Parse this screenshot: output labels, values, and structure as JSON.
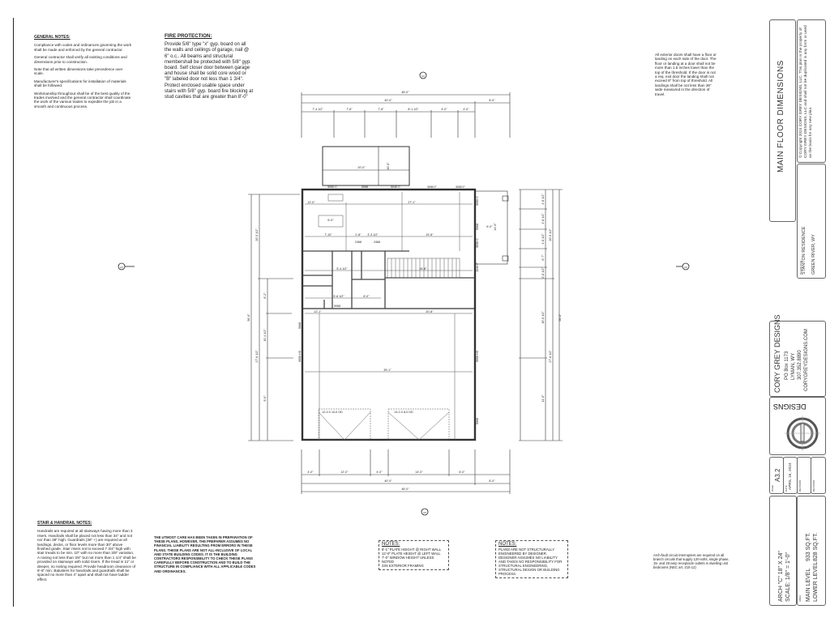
{
  "sheet": {
    "title": "MAIN FLOOR DIMENSIONS",
    "sheet_number": "A3.2",
    "sheet_label": "PAGE",
    "date_label": "DATE",
    "date": "APRIL 16, 2024",
    "revision_label_1": "REVISION",
    "revision_label_2": "REVISION",
    "plans_for_label": "PLANS FOR:",
    "client": "STANTON RESIDENCE",
    "location": "GREEN RIVER, WY",
    "copyright": "© Copyright 2024 CORY GREY DESIGNS, LLC. This plan is the property of CORY GREY DESIGNS, LLC and shall not be duplicated in any form or used as the basis for any new plan.",
    "paper": "ARCH \"C\" 18\" X 24\"",
    "scale": "SCALE: 1/8\" = 1'-0\"",
    "area_label": "AREA",
    "main_level": "MAIN LEVEL",
    "main_level_area": "933 SQ.FT.",
    "lower_level": "LOWER LEVEL",
    "lower_level_area": "828 SQ.FT."
  },
  "designer": {
    "name": "CORY GREY DESIGNS",
    "address": "PO Box 1173",
    "city": "LYMAN, WY",
    "phone": "307.352.8890",
    "web": "CORYGREYDESIGNS.COM",
    "logo_text": "DESIGNS"
  },
  "notes": {
    "general": {
      "title": "GENERAL NOTES:",
      "items": [
        "Compliance with codes and ordinances governing the work shall be made and enforced by the general contractor.",
        "General contractor shall verify all existing conditions and dimensions prior to construction.",
        "Note that all written dimensions take precedence over scale.",
        "Manufacturer's specifications for installation of materials shall be followed.",
        "Workmanship throughout shall be of the best quality of the trades involved and the general contractor shall coordinate the work of the various trades to expedite the job in a smooth and continuous process."
      ]
    },
    "fire": {
      "title": "FIRE PROTECTION:",
      "text": "Provide 5/8\" type \"x\" gyp. board on all the walls and ceilings of garage, nail @ 6\" o.c.. All beams and structural membershall be protected with 5/8\" gyp. board. Self closer door between garage and house shall be solid core wood or \"B\" labeled door not less than 1 3/4\". Protect enclosed usable space under stairs with 5/8\" gyp. board fire blocking at stud cavities that are greater than 8'-0\""
    },
    "exterior_doors": "All exterior doors shall have a floor or landing on each side of the door. The floor or landing at a door shall not be more than 1.5 inches lower than the top of the threshold. If the door is not a req. exit door the landing shall not exceed 8\" from top of threshold. All landings shall be not less than 36\" wide measured in the direction of travel.",
    "stair": {
      "title": "STAIR & HANDRAIL NOTES:",
      "text": "Handrails are required at all stairways having more than 3 risers. Handrails shall be placed not less than 34\" and not nor than 38\" high. Guardrails (36\" +) are required at all landings, decks, or floor levels more than 30\" above finished grade. Stair risers not to exceed 7 3/4\" high with stair treads to be min. 10\" with no more than 3/8\" variation. A nosing not less than 3/4\" but not more than 1 1/4\" shall be provided on stairways with solid risers. If the tread is 11\" or deeper, no nosing required. Provide headroom clearance of 6'-8\" min. Balusters for handrails and guardrails shall be spaced no more than 4\" apart and shall not have ladder effect."
    },
    "disclaimer": "THE UTMOST CARE HAS BEEN TAKEN IN PREPARATION OF THESE PLANS, HOWEVER, THE PREPARER ASSUMES NO FINANCIAL LIABILITY RESULTING FROM ERRORS IN THESE PLANS. THESE PLANS ARE NOT ALL-INCLUSIVE OF LOCAL AND STATE BUILDING CODES. IT IS THE BUILDING CONTRACTORS RESPONSIBILITY TO CHECK THESE PLANS CAREFULLY BEFORE CONSTRUCTION AND TO BUILD THE STRUCTURE IN COMPLIANCE WITH ALL APPLICABLE CODES AND ORDINANCES.",
    "plate_notes": {
      "title": "NOTES:",
      "lines": [
        "8'-1\" PLATE HEIGHT @ RIGHT WALL",
        "12'-0\" PLATE HEIGHT @ LEFT WALL",
        "7'-0\" WINDOW HEIGHT UNLESS NOTED",
        "2x6 EXTERIOR FRAMING"
      ]
    },
    "structural": {
      "title": "NOTES:",
      "text": "PLANS ARE NOT STRUCTURALLY ENGINEERED BY DESIGNER. DESIGNER ASSUMES NO LIABILITY AND TAKES NO RESPONSIBILITY FOR STRUCTURAL ENGINEERING, STRUCTURAL DESIGN OR BUILDING PROCESS."
    },
    "afci": "Arch-fault circuit interrupters are required on all branch circuits that supply 120-volts, single phase, 15- and 20-amp receptacle outlets in dwelling unit bedrooms (NEC art. 210-12)"
  },
  "plan": {
    "top_dims": {
      "overall": "48'-0\"",
      "main": "40'-0\"",
      "side": "8'-0\"",
      "segments": [
        "7'-4 1/2\"",
        "7'-6\"",
        "7'-8\"",
        "8'-1 1/2\"",
        "4'-0\"",
        "4'-0\""
      ]
    },
    "bottom_dims": {
      "overall": "48'-0\"",
      "main": "40'-0\"",
      "side": "8'-0\"",
      "segments": [
        "4'-0\"",
        "12'-0\"",
        "4'-0\"",
        "14'-0\"",
        "6'-0\""
      ]
    },
    "left_dims": {
      "overall": "56'-0\"",
      "upper": "20'-5 1/2\"",
      "lower": "27'-6 1/2\"",
      "segs": [
        "8'-2\"",
        "10'-4 1/2\"",
        "9'-0\""
      ]
    },
    "right_dims": {
      "overall": "56'-0\"",
      "upper": "20'-5 1/2\"",
      "lower": "27'-6 1/2\"",
      "segs": [
        "4'-8 1/2\"",
        "4'-8 1/2\"",
        "4'-8 1/2\"",
        "6'-7\"",
        "2'-8 1/2\"",
        "16'-6 1/2\"",
        "11'-0\""
      ]
    },
    "porch": {
      "width": "20'-0\"",
      "depth": "10'-0\""
    },
    "deck": {
      "depth": "14'-0\"",
      "width": "6'-0\"",
      "offset": "2'-0\""
    },
    "windows_top": [
      "5050 C",
      "5068",
      "5040 C",
      "5050 F",
      "5050 F"
    ],
    "windows_right": [
      "5050 C",
      "5068",
      "5050 C",
      "2040 F",
      "5050 HS",
      "5068"
    ],
    "windows_left": [
      "5068",
      "5050 HS"
    ],
    "interior": {
      "kitchen_w": "12'-0\"",
      "great_w": "27'-1\"",
      "island": "6'-0\"",
      "row": [
        "7'-10\"",
        "2'-8\"",
        "3'-3 1/2\"",
        "19'-8\""
      ],
      "closets": [
        "2468",
        "2468"
      ],
      "hall": "5'-4 1/2\"",
      "bath_w": "5'-8 1/2\"",
      "laundry": "6'-0\"",
      "stairs": "16'-8\"",
      "v1": "21'-4 1/2\"",
      "v2": "20'-5 1/2\"",
      "v3": "20'-5 1/2\"",
      "door_bottom": "5068",
      "mud": "12'-1\"",
      "garage_top": "20'-8\""
    },
    "garage": {
      "width": "39'-1\"",
      "depth_l": "13'-1\"",
      "depth_r": "21'-1\"",
      "door1": "12-0 X 10-0 OD",
      "door2": "14-0 X 8-0 OD"
    },
    "section_tags": [
      "A3",
      "A3",
      "A3",
      "A3"
    ]
  }
}
